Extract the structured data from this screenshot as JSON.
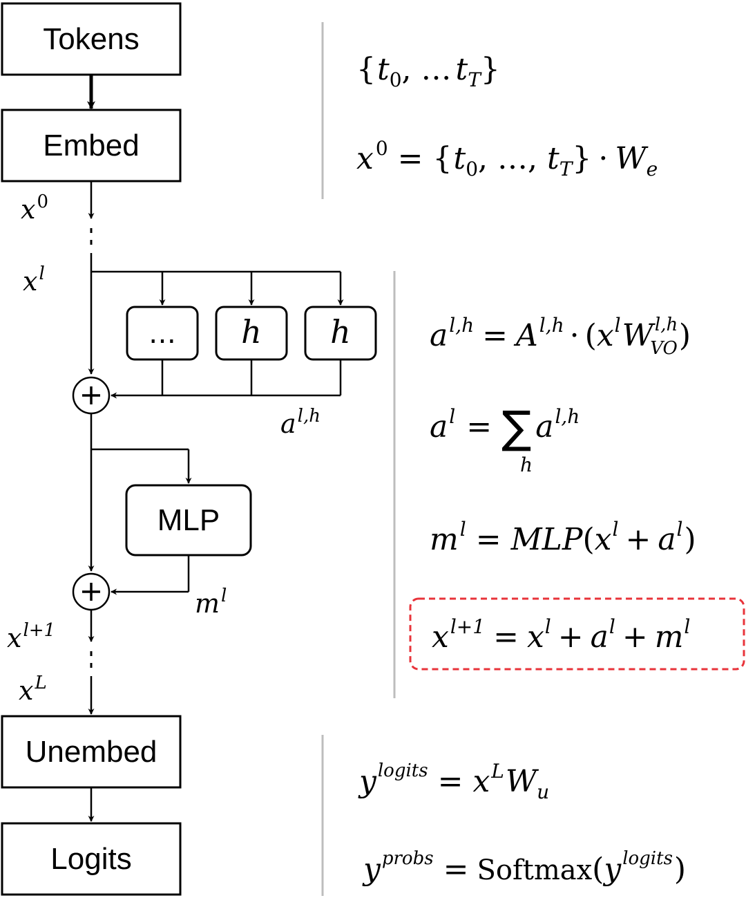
{
  "boxes": {
    "tokens": "Tokens",
    "embed": "Embed",
    "head_ellipsis": "…",
    "head_1": "h",
    "head_2": "h",
    "mlp": "MLP",
    "unembed": "Unembed",
    "logits": "Logits"
  },
  "stream_labels": {
    "x0": {
      "base": "x",
      "sup": "0"
    },
    "xl": {
      "base": "x",
      "sup": "l"
    },
    "alh": {
      "base": "a",
      "sup": "l,h"
    },
    "ml": {
      "base": "m",
      "sup": "l"
    },
    "xl1": {
      "base": "x",
      "sup": "l+1"
    },
    "xL": {
      "base": "x",
      "sup": "L"
    }
  },
  "equations": {
    "tokens": {
      "open": "{",
      "t0": "t",
      "t0_sub": "0",
      "dots": ", …",
      "tT": "t",
      "tT_sub": "T",
      "close": "}"
    },
    "embed": {
      "x": "x",
      "x_sup": "0",
      "eq": "=",
      "open": "{",
      "t": "t",
      "t_sub": "0",
      "dots": ", …, ",
      "tT": "t",
      "tT_sub": "T",
      "close": "}",
      "dot": "·",
      "W": "W",
      "W_sub": "e"
    },
    "attn_head": {
      "a": "a",
      "a_sup": "l,h",
      "eq": "=",
      "A": "A",
      "A_sup": "l,h",
      "dot": "·",
      "lp": "(",
      "x": "x",
      "x_sup": "l",
      "W": "W",
      "W_sup": "l,h",
      "W_sub": "VO",
      "rp": ")"
    },
    "attn_sum": {
      "a": "a",
      "a_sup": "l",
      "eq": "=",
      "sum": "∑",
      "sum_sub": "h",
      "a2": "a",
      "a2_sup": "l,h"
    },
    "mlp": {
      "m": "m",
      "m_sup": "l",
      "eq": "=",
      "fn": "MLP",
      "lp": "(",
      "x": "x",
      "x_sup": "l",
      "plus": "+",
      "a": "a",
      "a_sup": "l",
      "rp": ")"
    },
    "residual": {
      "x": "x",
      "x_sup": "l+1",
      "eq": "=",
      "x2": "x",
      "x2_sup": "l",
      "plus1": "+",
      "a": "a",
      "a_sup": "l",
      "plus2": "+",
      "m": "m",
      "m_sup": "l"
    },
    "unembed": {
      "y": "y",
      "y_sup": "logits",
      "eq": "=",
      "x": "x",
      "x_sup": "L",
      "W": "W",
      "W_sub": "u"
    },
    "softmax": {
      "y": "y",
      "y_sup": "probs",
      "eq": "=",
      "fn": "Softmax",
      "lp": "(",
      "y2": "y",
      "y2_sup": "logits",
      "rp": ")"
    }
  },
  "colors": {
    "stroke": "#000000",
    "divider": "#bdbdbd",
    "highlight_border": "#e8333a"
  }
}
